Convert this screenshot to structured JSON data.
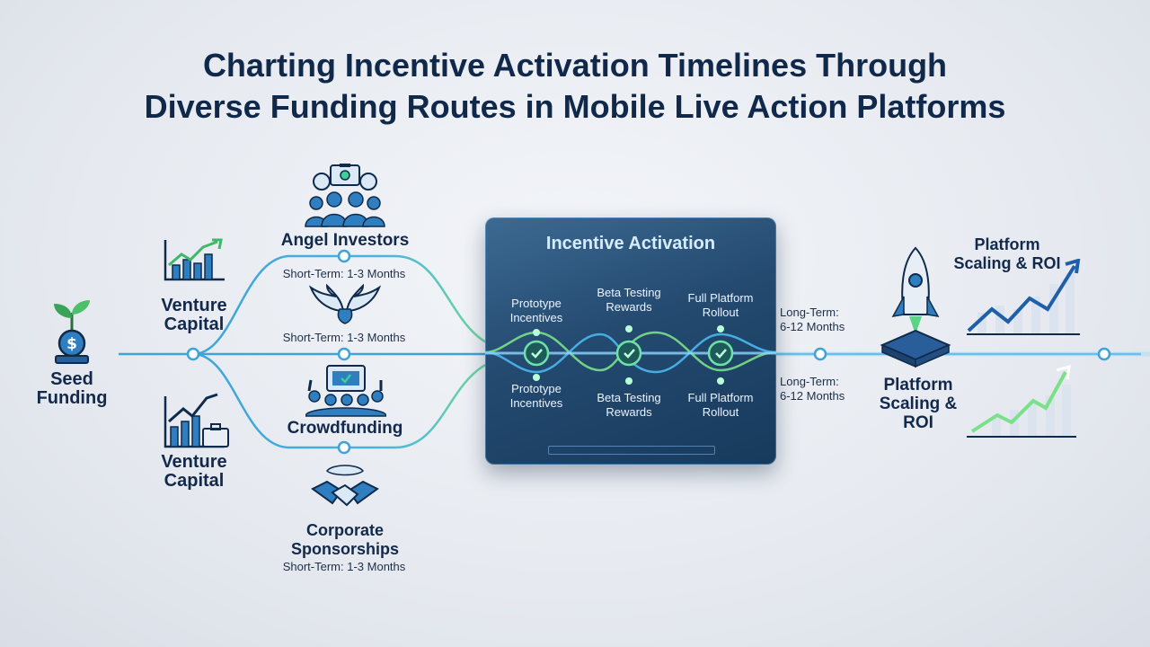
{
  "title": {
    "line1": "Charting Incentive Activation Timelines Through",
    "line2": "Diverse Funding Routes in Mobile Live Action Platforms"
  },
  "nodes": {
    "seed": {
      "line1": "Seed",
      "line2": "Funding"
    },
    "vc_top": {
      "line1": "Venture",
      "line2": "Capital"
    },
    "vc_bottom": {
      "line1": "Venture",
      "line2": "Capital"
    },
    "angel": "Angel Investors",
    "crowdfunding": "Crowdfunding",
    "corporate": {
      "line1": "Corporate",
      "line2": "Sponsorships"
    }
  },
  "timings": {
    "angel": "Short-Term: 1-3 Months",
    "wings": "Short-Term: 1-3 Months",
    "corporate": "Short-Term: 1-3 Months",
    "long_top": {
      "line1": "Long-Term:",
      "line2": "6-12 Months"
    },
    "long_bottom": {
      "line1": "Long-Term:",
      "line2": "6-12 Months"
    }
  },
  "panel": {
    "title": "Incentive Activation",
    "top": [
      {
        "line1": "Prototype",
        "line2": "Incentives"
      },
      {
        "line1": "Beta Testing",
        "line2": "Rewards"
      },
      {
        "line1": "Full Platform",
        "line2": "Rollout"
      }
    ],
    "bottom": [
      {
        "line1": "Prototype",
        "line2": "Incentives"
      },
      {
        "line1": "Beta Testing",
        "line2": "Rewards"
      },
      {
        "line1": "Full Platform",
        "line2": "Rollout"
      }
    ]
  },
  "outcome": {
    "top": {
      "line1": "Platform",
      "line2": "Scaling & ROI"
    },
    "center": {
      "line1": "Platform",
      "line2": "Scaling &",
      "line3": "ROI"
    }
  },
  "colors": {
    "line": "#3fa3d8",
    "line_green": "#7be08a",
    "navy": "#10284a",
    "check": "#3fcf96"
  },
  "icons": [
    "dollar-sprout-icon",
    "growth-chart-icon",
    "growth-chart-briefcase-icon",
    "angel-investors-group-icon",
    "wings-icon",
    "crowdfunding-icon",
    "handshake-icon",
    "rocket-icon",
    "roi-chart-icon"
  ]
}
